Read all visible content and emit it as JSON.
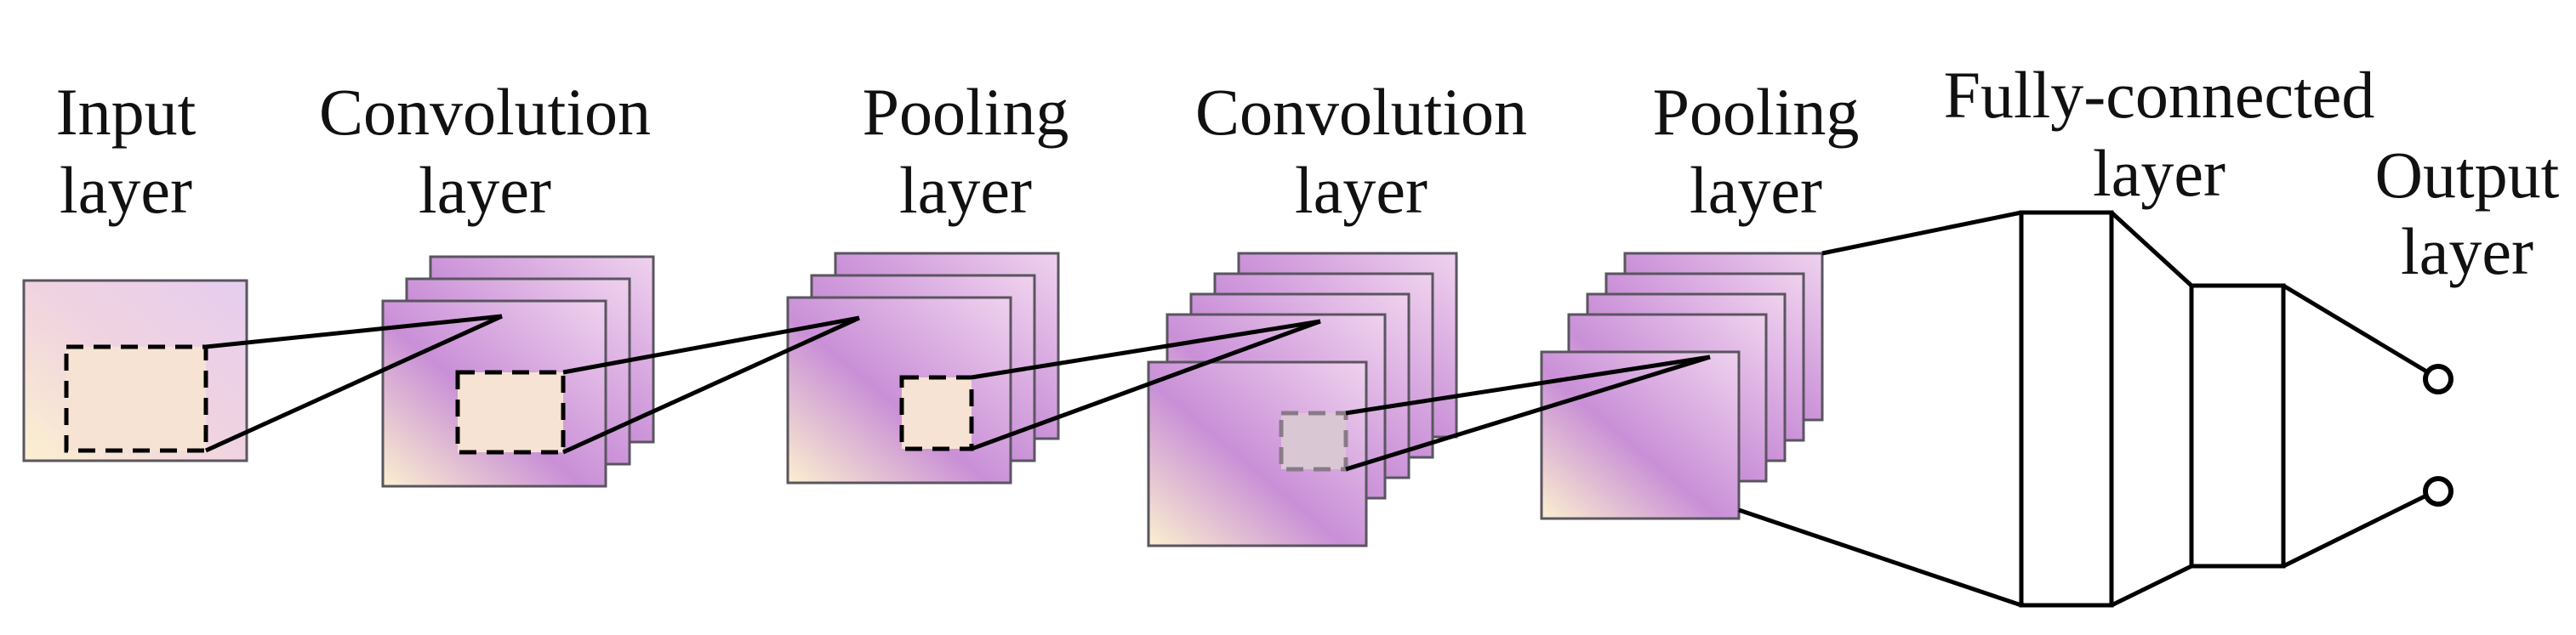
{
  "labels": {
    "input": [
      "Input",
      "layer"
    ],
    "conv1": [
      "Convolution",
      "layer"
    ],
    "pool1": [
      "Pooling",
      "layer"
    ],
    "conv2": [
      "Convolution",
      "layer"
    ],
    "pool2": [
      "Pooling",
      "layer"
    ],
    "fc": [
      "Fully-connected",
      "layer"
    ],
    "output": [
      "Output",
      "layer"
    ]
  },
  "colors": {
    "map_light": "#efd2ee",
    "map_mid": "#c98fd7",
    "map_warm": "#fbf0cf",
    "window_fill": "#f7e3d3",
    "line": "#000000"
  }
}
